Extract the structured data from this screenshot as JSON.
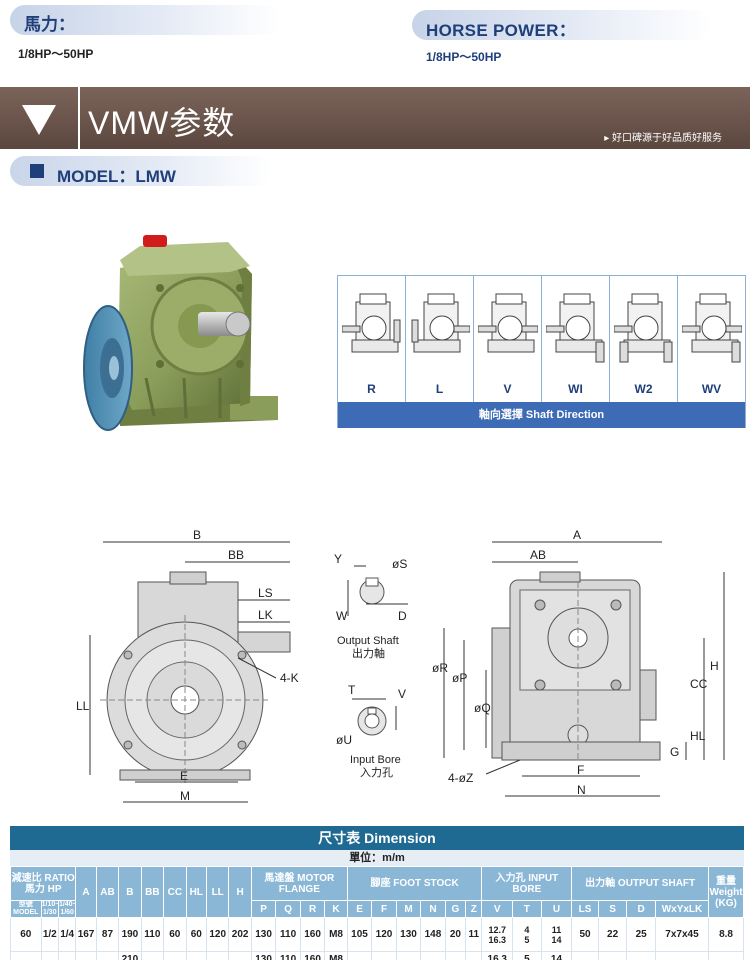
{
  "horsepower": {
    "left_title": "馬力：",
    "left_value": "1/8HP～50HP",
    "right_title": "HORSE POWER：",
    "right_value": "1/8HP～50HP"
  },
  "banner": {
    "title": "VMW参数",
    "slogan": "▸ 好口碑源于好品质好服务",
    "accent": "#6a544b"
  },
  "model": {
    "title": "MODEL：LMW"
  },
  "shaft_direction": {
    "options": [
      "R",
      "L",
      "V",
      "WI",
      "W2",
      "WV"
    ],
    "footer": "軸向選擇 Shaft Direction"
  },
  "drawing_labels": {
    "B": "B",
    "BB": "BB",
    "LS": "LS",
    "LK": "LK",
    "four_k": "4-K",
    "LL": "LL",
    "E": "E",
    "M": "M",
    "Y": "Y",
    "phiS": "øS",
    "W": "W",
    "D": "D",
    "output_shaft_en": "Output Shaft",
    "output_shaft_zh": "出力軸",
    "T": "T",
    "V": "V",
    "phiU": "øU",
    "input_bore_en": "Input Bore",
    "input_bore_zh": "入力孔",
    "A": "A",
    "AB": "AB",
    "phiR": "øR",
    "phiP": "øP",
    "phiQ": "øQ",
    "CC": "CC",
    "H": "H",
    "HL": "HL",
    "G": "G",
    "four_phiZ": "4-øZ",
    "F": "F",
    "N": "N"
  },
  "table": {
    "title": "尺寸表 Dimension",
    "unit": "單位：m/m",
    "headers": {
      "ratio": "減速比 RATIO",
      "hp": "馬力 HP",
      "model": "型號 MODEL",
      "r1": "1/10~ 1/30",
      "r2": "1/40~ 1/60",
      "simple": [
        "A",
        "AB",
        "B",
        "BB",
        "CC",
        "HL",
        "LL",
        "H"
      ],
      "motor_flange": "馬達盤 MOTOR FLANGE",
      "motor_flange_cols": [
        "P",
        "Q",
        "R",
        "K"
      ],
      "foot_stock": "腳座 FOOT STOCK",
      "foot_stock_cols": [
        "E",
        "F",
        "M",
        "N",
        "G",
        "Z"
      ],
      "input_bore": "入力孔 INPUT BORE",
      "input_bore_cols": [
        "V",
        "T",
        "U"
      ],
      "output_shaft": "出力軸 OUTPUT SHAFT",
      "output_shaft_cols": [
        "LS",
        "S",
        "D",
        "WxYxLK"
      ],
      "weight": "重量 Weight (KG)"
    },
    "rows": [
      {
        "model": "60",
        "r1": "1/2",
        "r2": "1/4",
        "A": "167",
        "AB": "87",
        "B": "190",
        "BB": "110",
        "CC": "60",
        "HL": "60",
        "LL": "120",
        "H": "202",
        "P": "130",
        "Q": "110",
        "R": "160",
        "K": "M8",
        "E": "105",
        "F": "120",
        "M": "130",
        "N": "148",
        "G": "20",
        "Z": "11",
        "V": "12.7\n16.3",
        "T": "4\n5",
        "U": "11\n14",
        "LS": "50",
        "S": "22",
        "D": "25",
        "WxYxLK": "7x7x45",
        "weight": "8.8"
      },
      {
        "model": "",
        "r1": "",
        "r2": "",
        "A": "",
        "AB": "",
        "B": "210",
        "BB": "",
        "CC": "",
        "HL": "",
        "LL": "",
        "H": "",
        "P": "130",
        "Q": "110",
        "R": "160",
        "K": "M8",
        "E": "",
        "F": "",
        "M": "",
        "N": "",
        "G": "",
        "Z": "",
        "V": "16.3",
        "T": "5",
        "U": "14",
        "LS": "",
        "S": "",
        "D": "",
        "WxYxLK": "",
        "weight": ""
      }
    ]
  }
}
